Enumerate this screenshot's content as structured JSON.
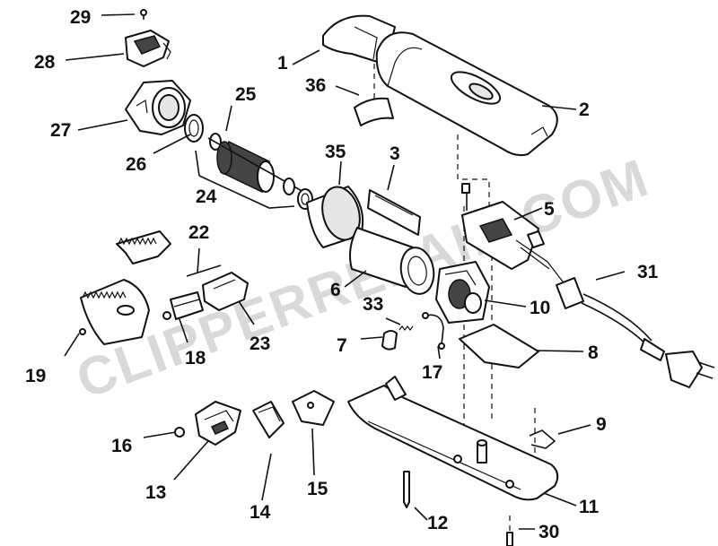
{
  "watermark": "CLIPPERREPAIR.COM",
  "palette": {
    "ink": "#111111",
    "paper": "#ffffff",
    "watermark": "#d9d9d9"
  },
  "callouts": {
    "p1": "1",
    "p2": "2",
    "p3": "3",
    "p5": "5",
    "p6": "6",
    "p7": "7",
    "p8": "8",
    "p9": "9",
    "p10": "10",
    "p11": "11",
    "p12": "12",
    "p13": "13",
    "p14": "14",
    "p15": "15",
    "p16": "16",
    "p17": "17",
    "p18": "18",
    "p19": "19",
    "p22": "22",
    "p23": "23",
    "p24": "24",
    "p25": "25",
    "p26": "26",
    "p27": "27",
    "p28": "28",
    "p29": "29",
    "p30": "30",
    "p31": "31",
    "p33": "33",
    "p35": "35",
    "p36": "36"
  }
}
